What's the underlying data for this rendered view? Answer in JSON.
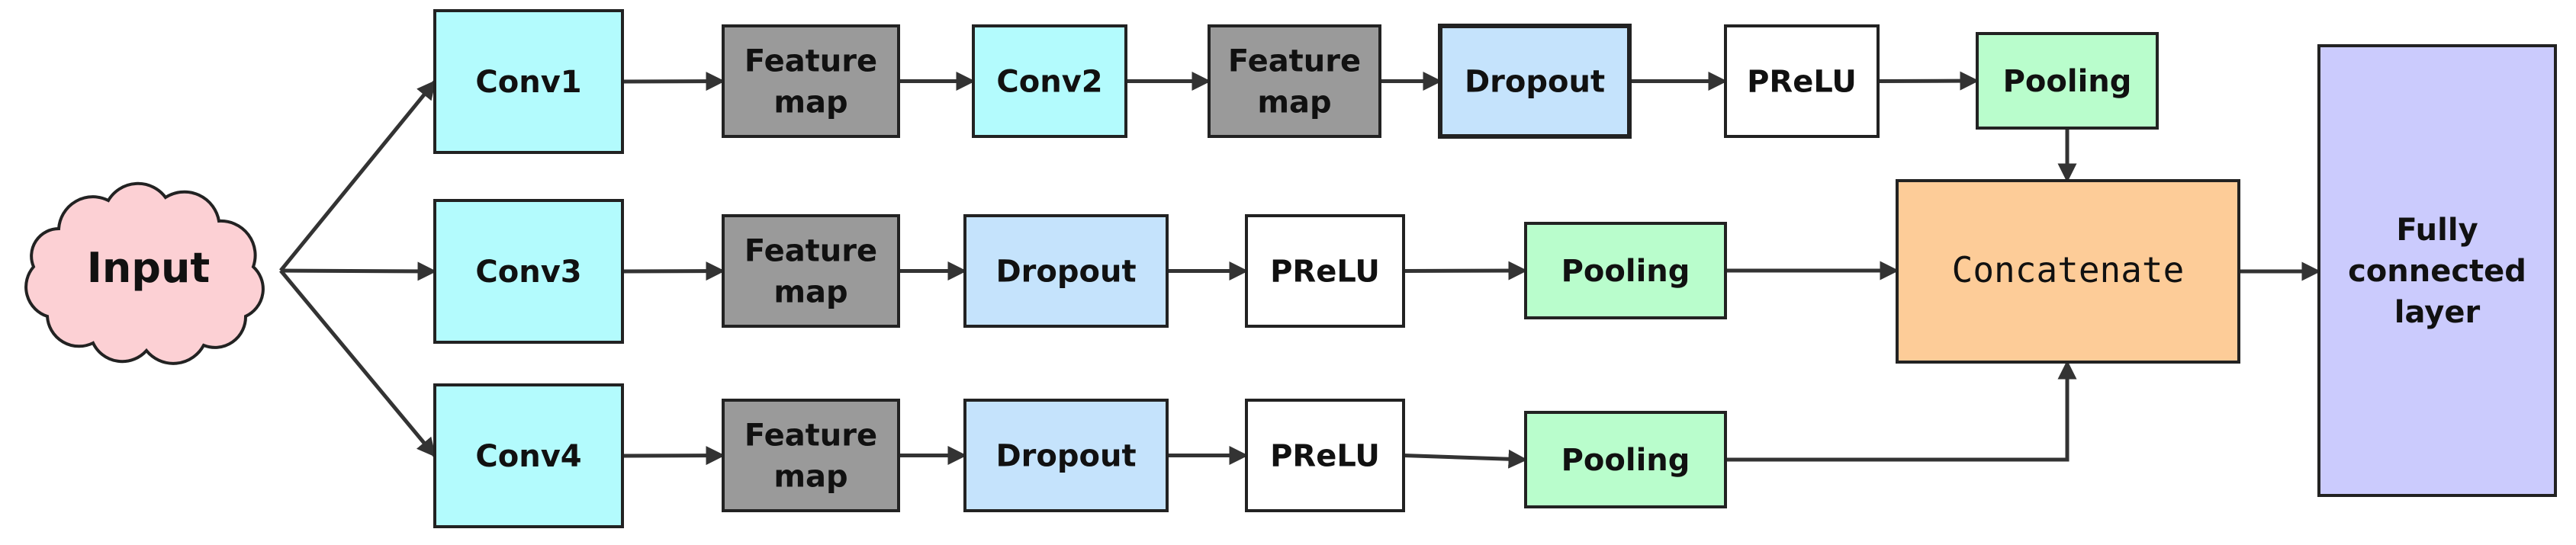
{
  "colors": {
    "input": "#fcd0d4",
    "conv": "#b3fbfd",
    "feature_map": "#9a9a9a",
    "dropout": "#c5e3fc",
    "prelu": "#ffffff",
    "pooling": "#b9fdcc",
    "concatenate": "#fdcc98",
    "fully_connected": "#cbcbfd",
    "edge": "#333333"
  },
  "nodes": [
    {
      "id": "input",
      "label": [
        "Input"
      ]
    },
    {
      "id": "conv1",
      "label": [
        "Conv1"
      ]
    },
    {
      "id": "fmap1",
      "label": [
        "Feature",
        "map"
      ]
    },
    {
      "id": "conv2",
      "label": [
        "Conv2"
      ]
    },
    {
      "id": "fmap2",
      "label": [
        "Feature",
        "map"
      ]
    },
    {
      "id": "dropout1",
      "label": [
        "Dropout"
      ]
    },
    {
      "id": "prelu1",
      "label": [
        "PReLU"
      ]
    },
    {
      "id": "pool1",
      "label": [
        "Pooling"
      ]
    },
    {
      "id": "conv3",
      "label": [
        "Conv3"
      ]
    },
    {
      "id": "fmap3",
      "label": [
        "Feature",
        "map"
      ]
    },
    {
      "id": "dropout2",
      "label": [
        "Dropout"
      ]
    },
    {
      "id": "prelu2",
      "label": [
        "PReLU"
      ]
    },
    {
      "id": "pool2",
      "label": [
        "Pooling"
      ]
    },
    {
      "id": "conv4",
      "label": [
        "Conv4"
      ]
    },
    {
      "id": "fmap4",
      "label": [
        "Feature",
        "map"
      ]
    },
    {
      "id": "dropout3",
      "label": [
        "Dropout"
      ]
    },
    {
      "id": "prelu3",
      "label": [
        "PReLU"
      ]
    },
    {
      "id": "pool3",
      "label": [
        "Pooling"
      ]
    },
    {
      "id": "concat",
      "label": [
        "Concatenate"
      ]
    },
    {
      "id": "fc",
      "label": [
        "Fully",
        "connected",
        "layer"
      ]
    }
  ],
  "edges": [
    [
      "input",
      "conv1"
    ],
    [
      "input",
      "conv3"
    ],
    [
      "input",
      "conv4"
    ],
    [
      "conv1",
      "fmap1"
    ],
    [
      "fmap1",
      "conv2"
    ],
    [
      "conv2",
      "fmap2"
    ],
    [
      "fmap2",
      "dropout1"
    ],
    [
      "dropout1",
      "prelu1"
    ],
    [
      "prelu1",
      "pool1"
    ],
    [
      "pool1",
      "concat"
    ],
    [
      "conv3",
      "fmap3"
    ],
    [
      "fmap3",
      "dropout2"
    ],
    [
      "dropout2",
      "prelu2"
    ],
    [
      "prelu2",
      "pool2"
    ],
    [
      "pool2",
      "concat"
    ],
    [
      "conv4",
      "fmap4"
    ],
    [
      "fmap4",
      "dropout3"
    ],
    [
      "dropout3",
      "prelu3"
    ],
    [
      "prelu3",
      "pool3"
    ],
    [
      "pool3",
      "concat"
    ],
    [
      "concat",
      "fc"
    ]
  ]
}
